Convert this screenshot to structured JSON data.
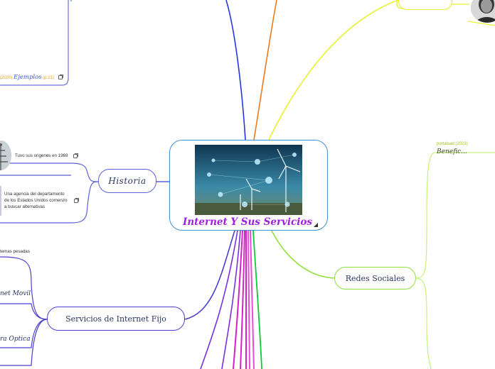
{
  "central": {
    "title": "Internet Y Sus Servicios"
  },
  "branches": {
    "historia": {
      "label": "Historia"
    },
    "redes_sociales": {
      "label": "Redes Sociales"
    },
    "servicios_fijo": {
      "label": "Servicios de Internet Fijo"
    }
  },
  "leaves": {
    "historia_1": "Tuvo sus origenes en 1969",
    "historia_2": "Una agencia del departamento de los Estados Unidos comenzo a buscar alternativas",
    "ejemplos_ref": "(2020)",
    "ejemplos_label": "Ejemplos",
    "ejemplos_page": "(p.21)",
    "beneficios_ref": "portalsad (2023)",
    "beneficios_label": "Benefic...",
    "sistemas_fragment": "temas pesadas",
    "internet_movil_fragment": "net Movil",
    "fibra_optica_fragment": "ra Optica"
  },
  "colors": {
    "center_border": "#3f8fd6",
    "title": "#a020e0",
    "historia": "#5a62d8",
    "redes": "#8ee23a",
    "fijo": "#4a40d0",
    "yellow_branch": "#e8f030",
    "orange_branch": "#f07a1a",
    "blue_branch": "#2438e0",
    "magenta_branch": "#d820c8",
    "green_branch": "#10c838",
    "purple_branch": "#7a30e0"
  },
  "icons": [
    "external-link-icon",
    "collapse-triangle-icon",
    "windmill-image",
    "person-photo",
    "antenna-photo"
  ]
}
